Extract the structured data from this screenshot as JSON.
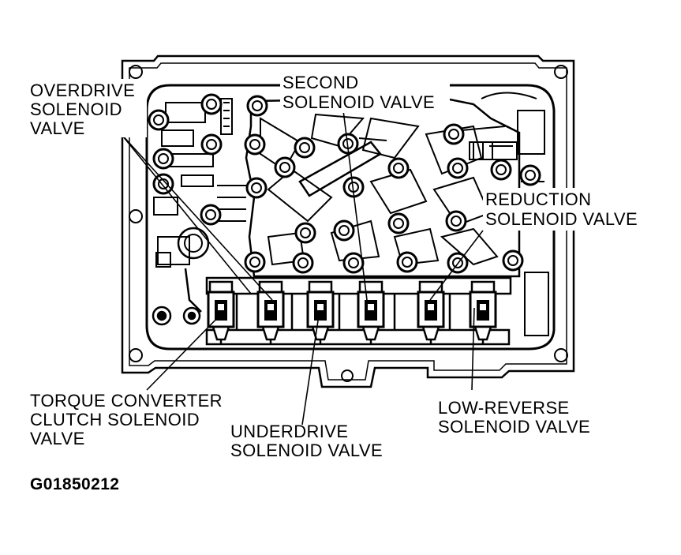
{
  "diagram": {
    "callouts": [
      {
        "id": "overdrive",
        "lines": [
          "OVERDRIVE",
          "SOLENOID",
          "VALVE"
        ]
      },
      {
        "id": "second",
        "lines": [
          "SECOND",
          "SOLENOID VALVE"
        ]
      },
      {
        "id": "reduction",
        "lines": [
          "REDUCTION",
          "SOLENOID VALVE"
        ]
      },
      {
        "id": "torque-converter",
        "lines": [
          "TORQUE CONVERTER",
          "CLUTCH SOLENOID",
          "VALVE"
        ]
      },
      {
        "id": "underdrive",
        "lines": [
          "UNDERDRIVE",
          "SOLENOID VALVE"
        ]
      },
      {
        "id": "low-reverse",
        "lines": [
          "LOW-REVERSE",
          "SOLENOID VALVE"
        ]
      }
    ],
    "figure_id": "G01850212"
  }
}
